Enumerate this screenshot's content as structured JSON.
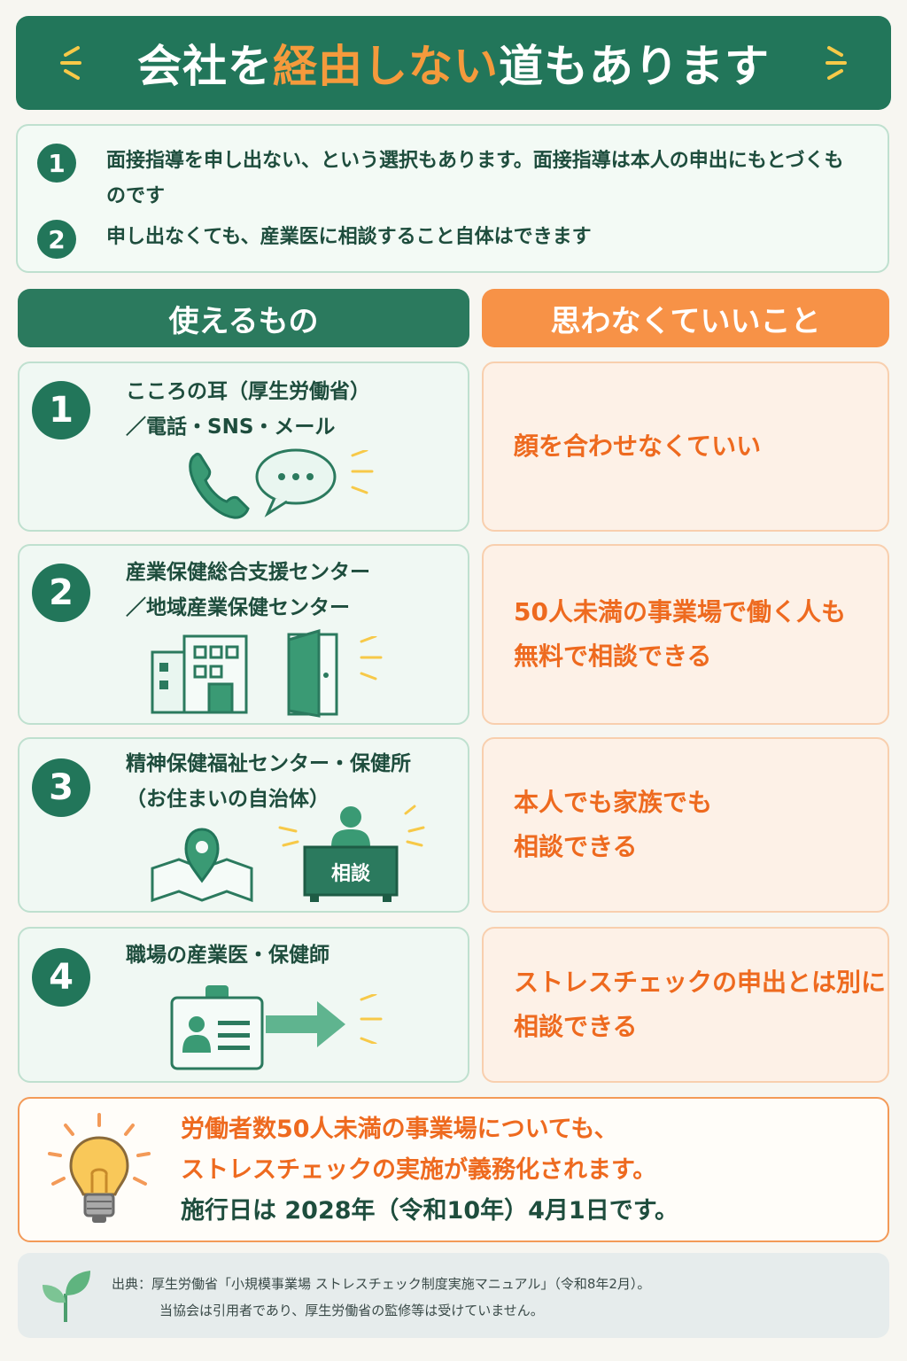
{
  "header": {
    "title_prefix": "会社を",
    "title_highlight": "経由しない",
    "title_suffix": "道もあります"
  },
  "intro": {
    "items": [
      {
        "number": "1",
        "text": "面接指導を申し出ない、という選択もあります。面接指導は本人の申出にもとづくものです"
      },
      {
        "number": "2",
        "text": "申し出なくても、産業医に相談すること自体はできます"
      }
    ]
  },
  "columns": {
    "left_header": "使えるもの",
    "right_header": "思わなくていいこと"
  },
  "resources": [
    {
      "number": "1",
      "title": "こころの耳（厚生労働省）\n／電話・SNS・メール",
      "icons": [
        "phone-icon",
        "chat-bubble-icon"
      ]
    },
    {
      "number": "2",
      "title": "産業保健総合支援センター\n／地域産業保健センター",
      "icons": [
        "building-icon",
        "door-icon"
      ]
    },
    {
      "number": "3",
      "title": "精神保健福祉センター・保健所\n（お住まいの自治体）",
      "icons": [
        "map-pin-icon",
        "consultation-desk-icon"
      ],
      "desk_label": "相談"
    },
    {
      "number": "4",
      "title": "職場の産業医・保健師",
      "icons": [
        "id-badge-icon",
        "arrow-right-icon"
      ]
    }
  ],
  "reassurances": [
    {
      "text": "顔を合わせなくていい"
    },
    {
      "text": "50人未満の事業場で働く人も\n無料で相談できる"
    },
    {
      "text": "本人でも家族でも\n相談できる"
    },
    {
      "text": "ストレスチェックの申出とは別に\n相談できる"
    }
  ],
  "note": {
    "icon": "lightbulb-icon",
    "line1": "労働者数50人未満の事業場についても、",
    "line2": "ストレスチェックの実施が義務化されます。",
    "line3": "施行日は 2028年（令和10年）4月1日です。"
  },
  "footer": {
    "icon": "sprout-icon",
    "line1": "出典：厚生労働省「小規模事業場 ストレスチェック制度実施マニュアル」（令和8年2月）。",
    "line2": "当協会は引用者であり、厚生労働省の監修等は受けていません。"
  },
  "colors": {
    "primary_green": "#22765a",
    "accent_orange": "#ee6a1f",
    "header_orange": "#f79247",
    "highlight_yellow": "#f7c948"
  }
}
